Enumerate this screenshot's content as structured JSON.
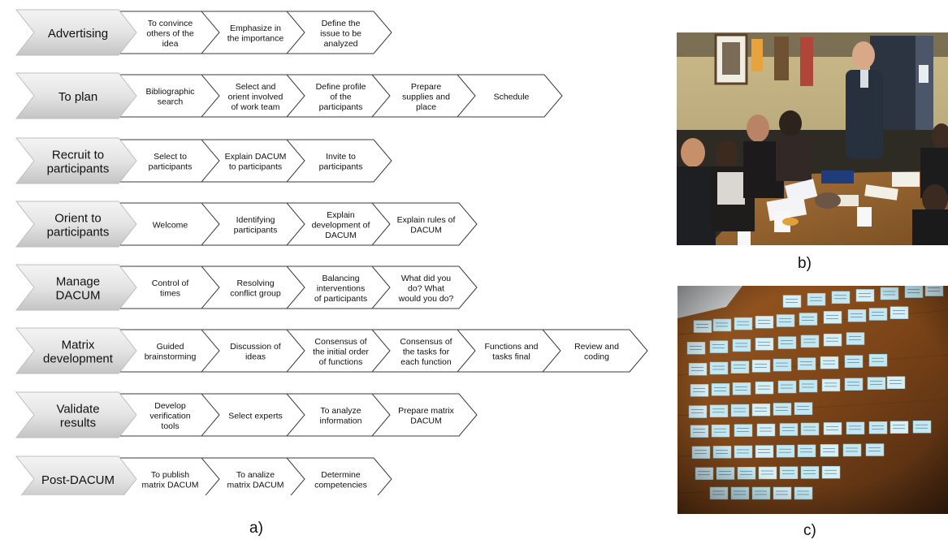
{
  "rows": [
    {
      "header": [
        "Advertising"
      ],
      "steps": [
        [
          "To convince",
          "others of the",
          "idea"
        ],
        [
          "Emphasize in",
          "the importance"
        ],
        [
          "Define the",
          "issue to be",
          "analyzed"
        ]
      ]
    },
    {
      "header": [
        "To plan"
      ],
      "steps": [
        [
          "Bibliographic",
          "search"
        ],
        [
          "Select and",
          "orient involved",
          "of work team"
        ],
        [
          "Define profile",
          "of the",
          "participants"
        ],
        [
          "Prepare",
          "supplies and",
          "place"
        ],
        [
          "Schedule"
        ]
      ]
    },
    {
      "header": [
        "Recruit to",
        "participants"
      ],
      "steps": [
        [
          "Select to",
          "participants"
        ],
        [
          "Explain DACUM",
          "to participants"
        ],
        [
          "Invite to",
          "participants"
        ]
      ]
    },
    {
      "header": [
        "Orient to",
        "participants"
      ],
      "steps": [
        [
          "Welcome"
        ],
        [
          "Identifying",
          "participants"
        ],
        [
          "Explain",
          "development of",
          "DACUM"
        ],
        [
          "Explain rules of",
          "DACUM"
        ]
      ]
    },
    {
      "header": [
        "Manage",
        "DACUM"
      ],
      "steps": [
        [
          "Control of",
          "times"
        ],
        [
          "Resolving",
          "conflict group"
        ],
        [
          "Balancing",
          "interventions",
          "of participants"
        ],
        [
          "What did you",
          "do? What",
          "would you do?"
        ]
      ]
    },
    {
      "header": [
        "Matrix",
        "development"
      ],
      "steps": [
        [
          "Guided",
          "brainstorming"
        ],
        [
          "Discussion of",
          "ideas"
        ],
        [
          "Consensus of",
          "the initial order",
          "of functions"
        ],
        [
          "Consensus of",
          "the tasks for",
          "each function"
        ],
        [
          "Functions and",
          "tasks final"
        ],
        [
          "Review and",
          "coding"
        ]
      ]
    },
    {
      "header": [
        "Validate",
        "results"
      ],
      "steps": [
        [
          "Develop",
          "verification",
          "tools"
        ],
        [
          "Select experts"
        ],
        [
          "To analyze",
          "information"
        ],
        [
          "Prepare matrix",
          "DACUM"
        ]
      ]
    },
    {
      "header": [
        "Post-DACUM"
      ],
      "steps": [
        [
          "To publish",
          "matrix DACUM"
        ],
        [
          "To analize",
          "matrix DACUM"
        ],
        [
          "Determine",
          "competencies"
        ]
      ]
    }
  ],
  "labels": {
    "a": "a)",
    "b": "b)",
    "c": "c)"
  }
}
